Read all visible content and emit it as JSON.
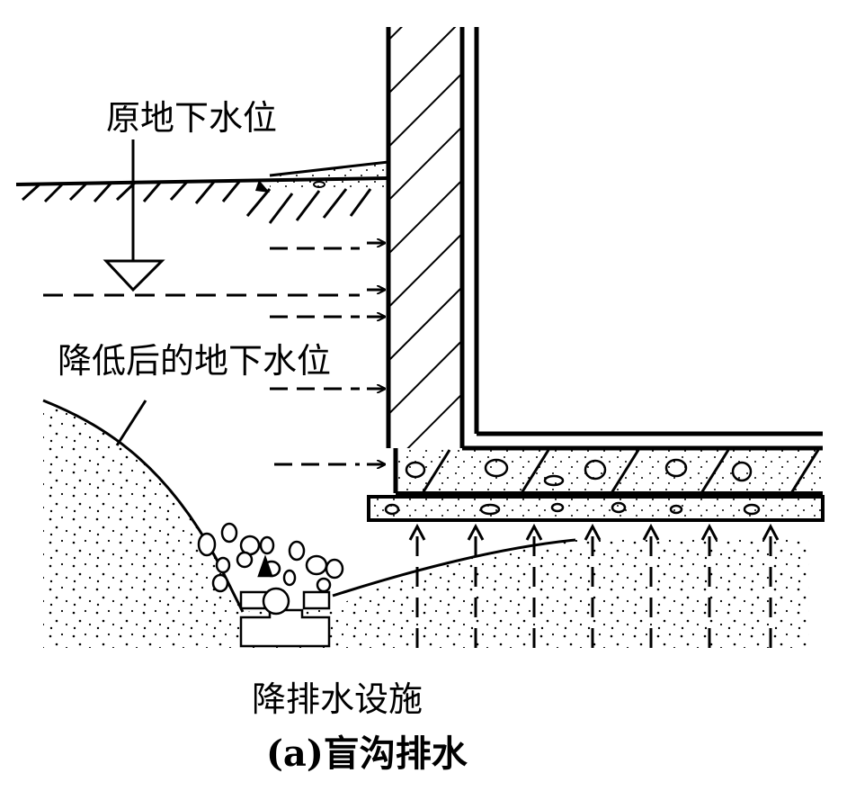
{
  "labels": {
    "original_water_level": "原地下水位",
    "lowered_water_level": "降低后的地下水位",
    "drainage_facility": "降排水设施"
  },
  "caption": "(a)盲沟排水",
  "colors": {
    "ink": "#000000",
    "background": "#ffffff"
  }
}
